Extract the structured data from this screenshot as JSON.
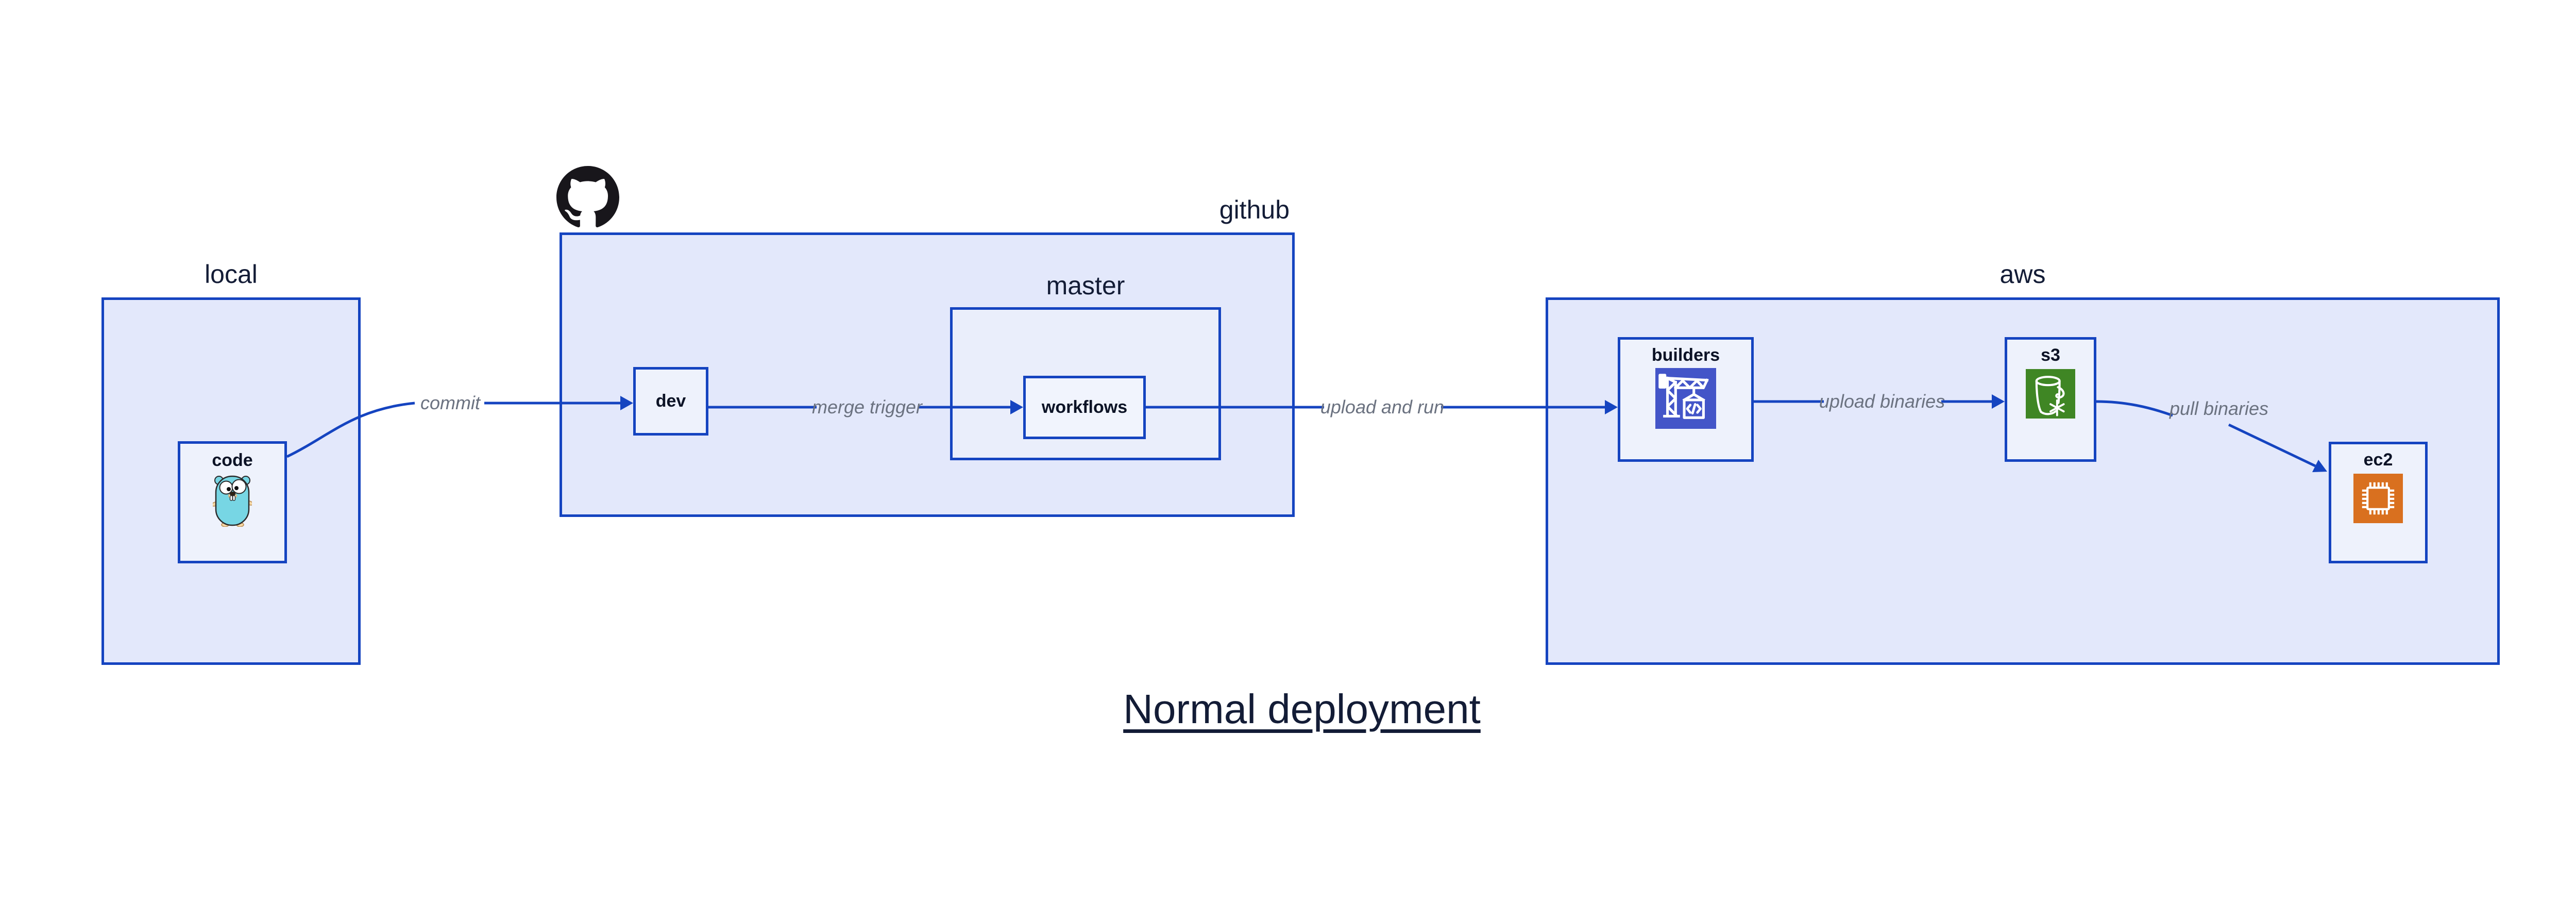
{
  "diagram_title": "Normal deployment",
  "containers": {
    "local": {
      "label": "local"
    },
    "github": {
      "label": "github"
    },
    "master": {
      "label": "master"
    },
    "aws": {
      "label": "aws"
    }
  },
  "nodes": {
    "code": {
      "label": "code"
    },
    "dev": {
      "label": "dev"
    },
    "workflows": {
      "label": "workflows"
    },
    "builders": {
      "label": "builders"
    },
    "s3": {
      "label": "s3"
    },
    "ec2": {
      "label": "ec2"
    }
  },
  "edges": {
    "commit": {
      "label": "commit"
    },
    "merge_trigger": {
      "label": "merge trigger"
    },
    "upload_and_run": {
      "label": "upload and run"
    },
    "upload_binaries": {
      "label": "upload binaries"
    },
    "pull_binaries": {
      "label": "pull binaries"
    }
  },
  "icons": {
    "github_logo": "github-octocat",
    "code": "go-gopher",
    "builders": "aws-codebuild-crane",
    "s3": "aws-s3-glacier-bucket",
    "ec2": "aws-ec2-chip"
  },
  "colors": {
    "stroke_blue": "#1544c0",
    "container_fill": "#e3e8fb",
    "subcontainer_fill": "#eaeefb",
    "node_fill": "#eef2fc",
    "text_dark": "#131c36",
    "node_text": "#0c1326",
    "edge_label_gray": "#6b7280",
    "codebuild_indigo": "#4355c8",
    "s3_green": "#3f8624",
    "ec2_orange": "#d9701f",
    "github_black": "#18161b",
    "gopher_blue": "#77d6e4"
  }
}
